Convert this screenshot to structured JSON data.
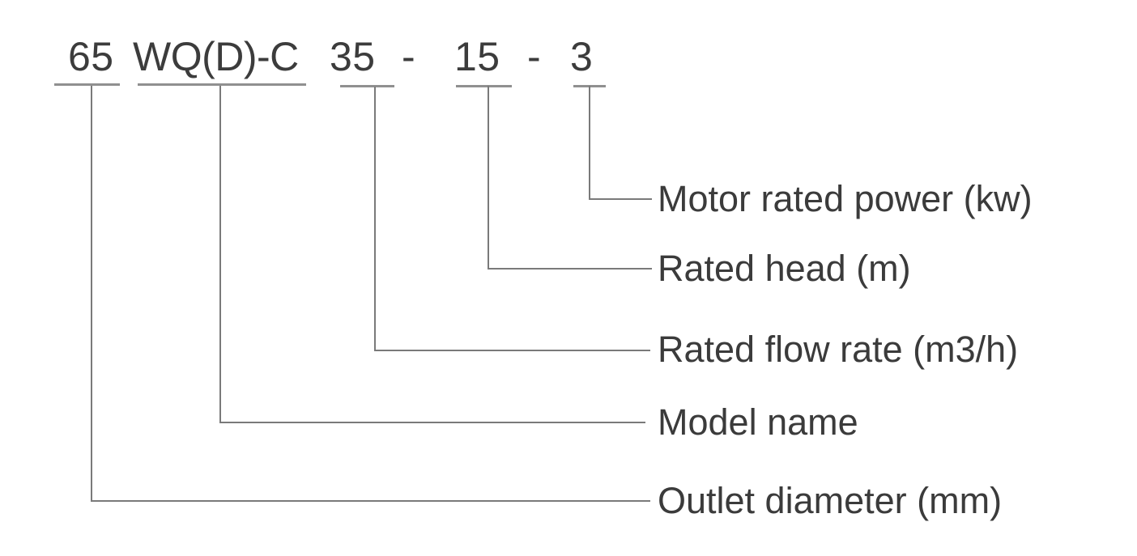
{
  "diagram": {
    "type": "pump-model-code-explanation",
    "code": {
      "outlet_diameter": "65",
      "model_name": "WQ(D)-C",
      "flow": "35",
      "dash1": "-",
      "head": "15",
      "dash2": "-",
      "power": "3"
    },
    "full_code": "65 WQ(D)-C 35 - 15 - 3",
    "labels": {
      "power": "Motor rated power (kw)",
      "head": "Rated head (m)",
      "flow": "Rated flow rate (m3/h)",
      "model": "Model name",
      "outlet": "Outlet diameter (mm)"
    },
    "colors": {
      "text": "#3c3c3c",
      "connector_line": "#7a7a7a",
      "underline": "#909090",
      "background": "#ffffff"
    }
  }
}
